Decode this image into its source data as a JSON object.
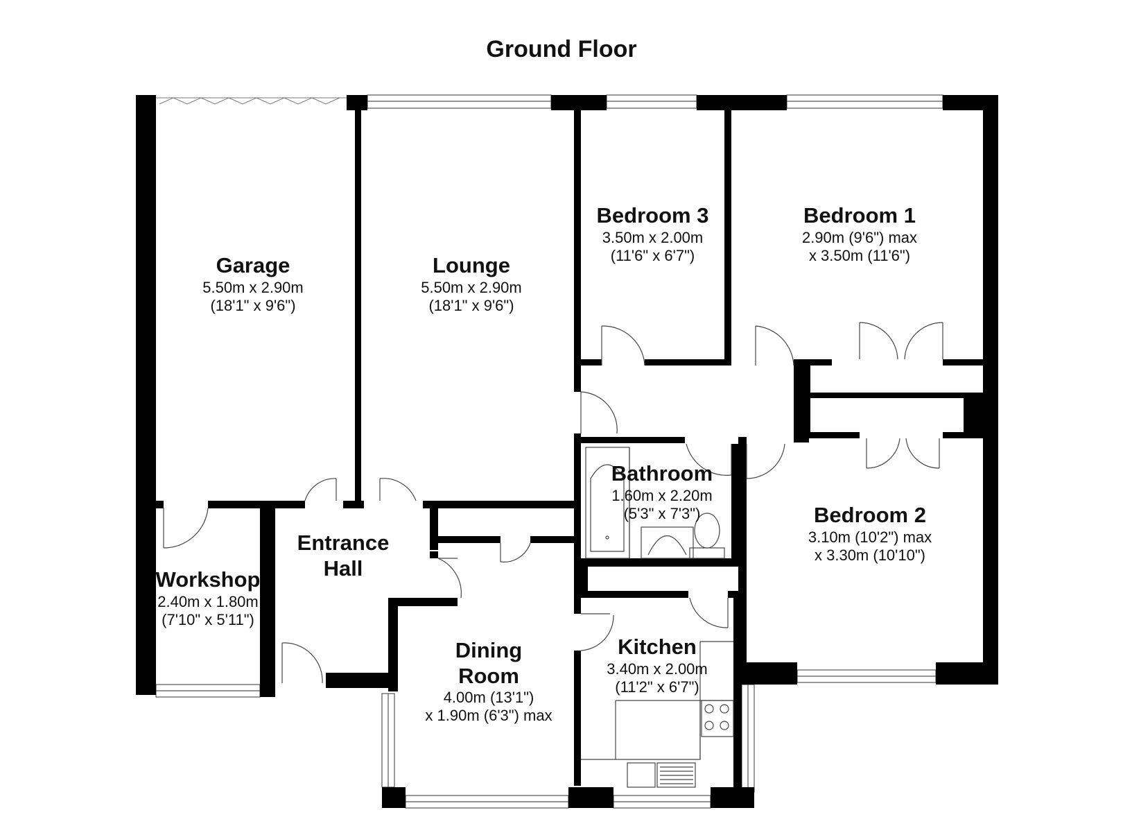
{
  "title": "Ground Floor",
  "rooms": {
    "garage": {
      "name": "Garage",
      "dim1": "5.50m x 2.90m",
      "dim2": "(18'1\" x 9'6\")"
    },
    "lounge": {
      "name": "Lounge",
      "dim1": "5.50m x 2.90m",
      "dim2": "(18'1\" x 9'6\")"
    },
    "bedroom3": {
      "name": "Bedroom 3",
      "dim1": "3.50m x 2.00m",
      "dim2": "(11'6\" x 6'7\")"
    },
    "bedroom1": {
      "name": "Bedroom 1",
      "dim1": "2.90m (9'6\") max",
      "dim2": "x 3.50m (11'6\")"
    },
    "bathroom": {
      "name": "Bathroom",
      "dim1": "1.60m x 2.20m",
      "dim2": "(5'3\" x 7'3\")"
    },
    "bedroom2": {
      "name": "Bedroom 2",
      "dim1": "3.10m (10'2\") max",
      "dim2": "x 3.30m (10'10\")"
    },
    "entrance": {
      "name1": "Entrance",
      "name2": "Hall"
    },
    "workshop": {
      "name": "Workshop",
      "dim1": "2.40m x 1.80m",
      "dim2": "(7'10\" x 5'11\")"
    },
    "dining": {
      "name1": "Dining",
      "name2": "Room",
      "dim1": "4.00m (13'1\")",
      "dim2": "x 1.90m (6'3\") max"
    },
    "kitchen": {
      "name": "Kitchen",
      "dim1": "3.40m x 2.00m",
      "dim2": "(11'2\" x 6'7\")"
    }
  }
}
